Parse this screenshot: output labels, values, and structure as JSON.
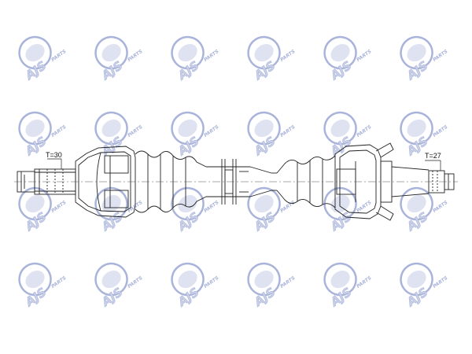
{
  "diagram": {
    "labels": {
      "left_spline_teeth": "T=30",
      "right_spline_teeth": "T=27"
    }
  },
  "watermark": {
    "brand": "AJS",
    "sub": "PARTS",
    "color": "#c9d0e8",
    "ring_color": "#aab4da"
  },
  "colors": {
    "line": "#222222",
    "centerline": "#555555",
    "background": "#ffffff"
  }
}
